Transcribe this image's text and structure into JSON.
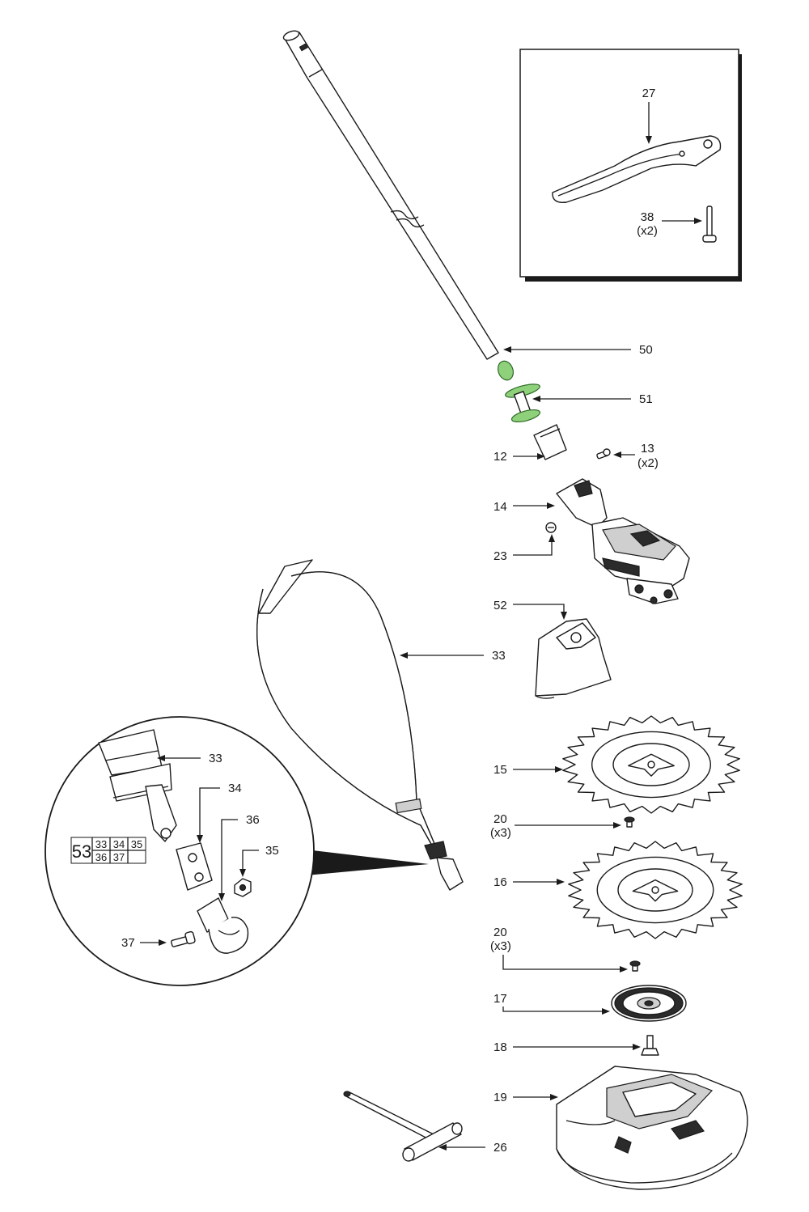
{
  "callouts": {
    "c27": "27",
    "c38": "38",
    "c38q": "(x2)",
    "c50": "50",
    "c51": "51",
    "c12": "12",
    "c13": "13",
    "c13q": "(x2)",
    "c14": "14",
    "c23": "23",
    "c52": "52",
    "c33": "33",
    "c33b": "33",
    "c34": "34",
    "c36": "36",
    "c35": "35",
    "c37": "37",
    "c15": "15",
    "c20a": "20",
    "c20aq": "(x3)",
    "c16": "16",
    "c20b": "20",
    "c20bq": "(x3)",
    "c17": "17",
    "c18": "18",
    "c19": "19",
    "c26": "26"
  },
  "kit_table": {
    "kit": "53",
    "cells": [
      "33",
      "34",
      "35",
      "36",
      "37",
      ""
    ]
  },
  "colors": {
    "line": "#1a1a1a",
    "highlight": "#8fd07a"
  }
}
